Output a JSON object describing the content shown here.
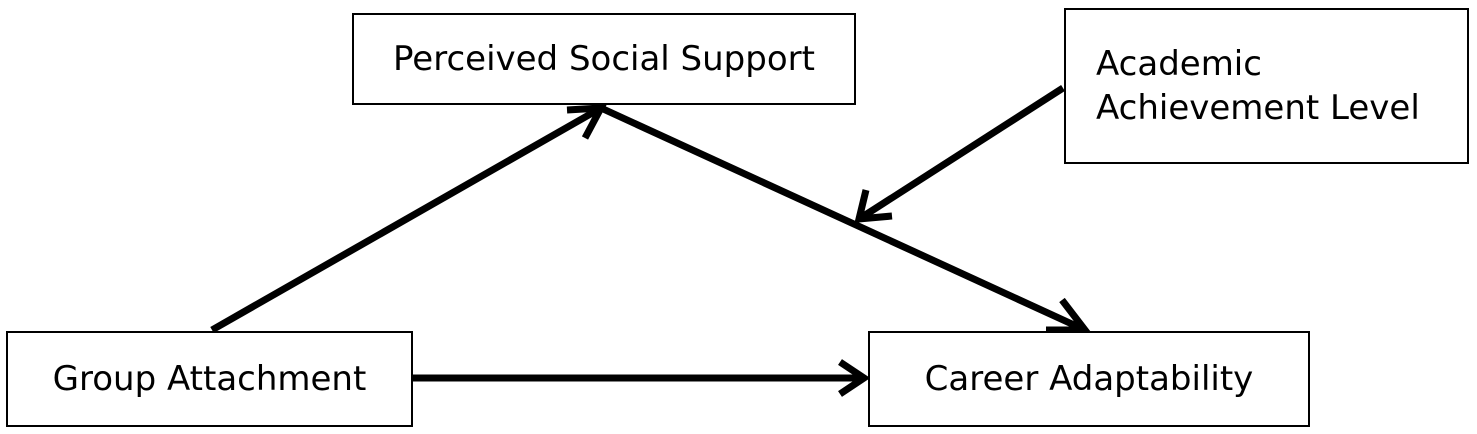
{
  "nodes": {
    "perceived_social_support": "Perceived Social Support",
    "academic_achievement_level": {
      "line1": "Academic",
      "line2": "Achievement Level"
    },
    "group_attachment": "Group Attachment",
    "career_adaptability": "Career Adaptability"
  },
  "edges": [
    {
      "from": "Group Attachment",
      "to": "Perceived Social Support"
    },
    {
      "from": "Perceived Social Support",
      "to": "Career Adaptability"
    },
    {
      "from": "Group Attachment",
      "to": "Career Adaptability"
    },
    {
      "from": "Academic Achievement Level",
      "to": "Perceived Social Support → Career Adaptability path"
    }
  ],
  "colors": {
    "stroke": "#000000",
    "background": "#ffffff"
  }
}
